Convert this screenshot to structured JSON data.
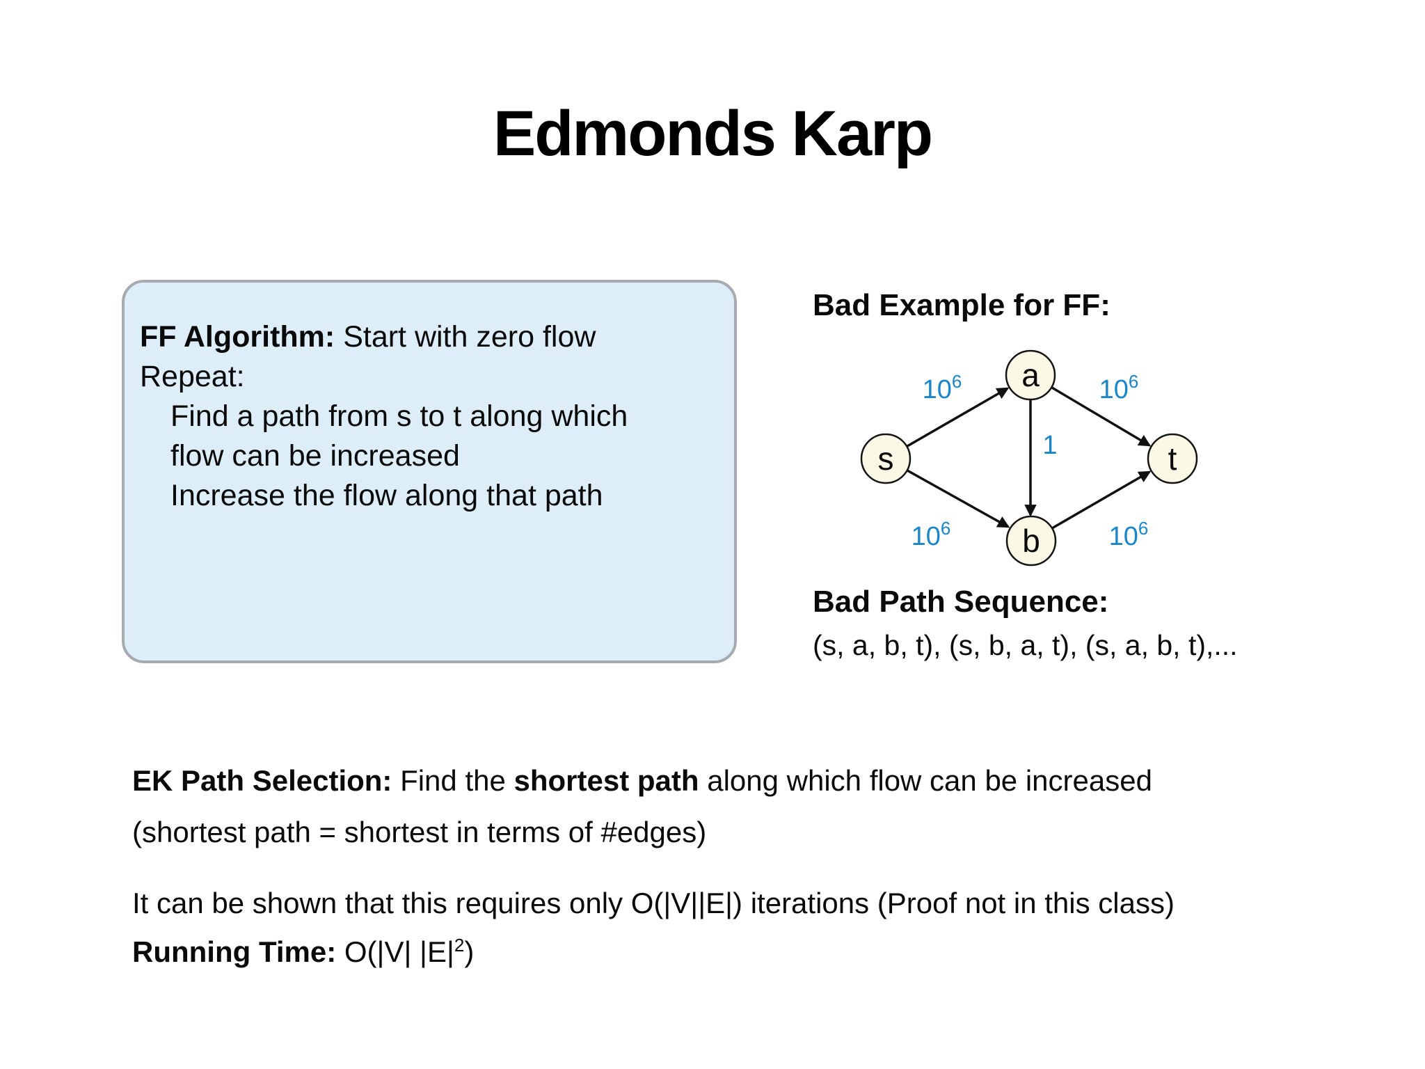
{
  "title": "Edmonds Karp",
  "ff_box": {
    "bold_label": "FF Algorithm:",
    "rest": " Start with zero flow",
    "repeat_line": "Repeat:",
    "step1a": "Find a path from s to t along which",
    "step1b": "flow can be increased",
    "step2": "Increase the flow along that path"
  },
  "bad_example": {
    "heading": "Bad Example for FF:",
    "graph": {
      "nodes": [
        {
          "id": "s",
          "label": "s"
        },
        {
          "id": "a",
          "label": "a"
        },
        {
          "id": "b",
          "label": "b"
        },
        {
          "id": "t",
          "label": "t"
        }
      ],
      "edges": [
        {
          "from": "s",
          "to": "a",
          "capacity_base": "10",
          "capacity_exp": "6"
        },
        {
          "from": "a",
          "to": "t",
          "capacity_base": "10",
          "capacity_exp": "6"
        },
        {
          "from": "a",
          "to": "b",
          "capacity_base": "1",
          "capacity_exp": ""
        },
        {
          "from": "s",
          "to": "b",
          "capacity_base": "10",
          "capacity_exp": "6"
        },
        {
          "from": "b",
          "to": "t",
          "capacity_base": "10",
          "capacity_exp": "6"
        }
      ]
    }
  },
  "bad_path": {
    "heading": "Bad Path Sequence:",
    "sequence": "(s, a, b, t), (s, b, a, t), (s, a, b, t),..."
  },
  "ek": {
    "bold_label": "EK Path Selection:",
    "before_bold": " Find the ",
    "bold_phrase": "shortest path",
    "after_bold": " along which flow can be increased",
    "paren_line": "(shortest path = shortest in terms of #edges)",
    "iterations_line": "It can be shown that this requires only O(|V||E|) iterations (Proof not in this class)",
    "running_label": "Running Time:",
    "running_pre": " O(|V| |E|",
    "running_exp": "2",
    "running_post": ")"
  },
  "colors": {
    "edge_label": "#1a86c8",
    "node_fill": "#fbf8e6",
    "box_bg": "#ddeef9",
    "box_border": "#a5abb0",
    "text": "#0a0a0a"
  }
}
